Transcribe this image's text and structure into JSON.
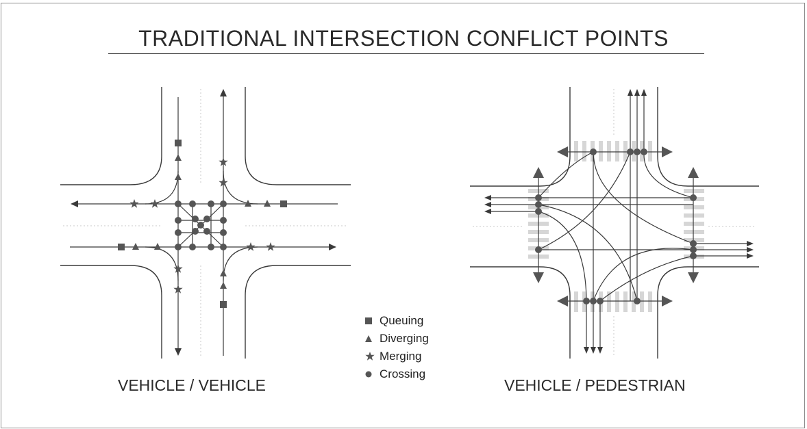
{
  "title": "TRADITIONAL INTERSECTION CONFLICT POINTS",
  "captions": {
    "left": "VEHICLE / VEHICLE",
    "right": "VEHICLE / PEDESTRIAN"
  },
  "legend": [
    {
      "symbol": "square",
      "label": "Queuing"
    },
    {
      "symbol": "triangle",
      "label": "Diverging"
    },
    {
      "symbol": "star",
      "label": "Merging"
    },
    {
      "symbol": "circle",
      "label": "Crossing"
    }
  ],
  "colors": {
    "marker": "#555555",
    "lines": "#3a3a3a",
    "crosswalk": "#d6d6d6"
  }
}
